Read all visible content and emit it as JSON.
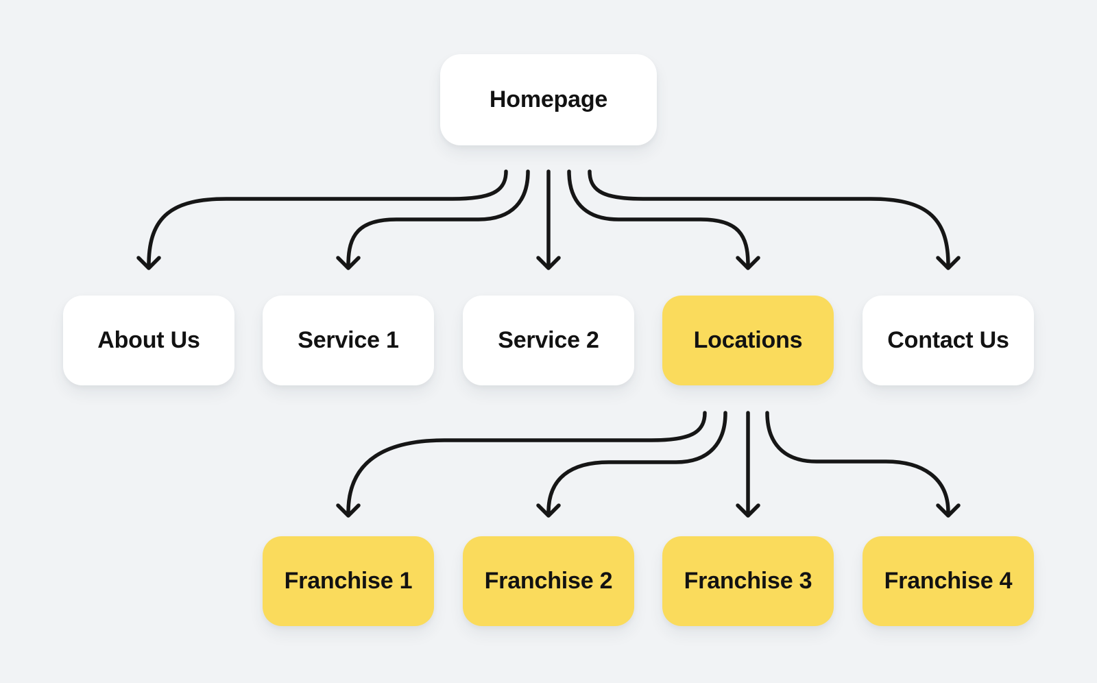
{
  "diagram": {
    "type": "sitemap-flowchart",
    "levels": 3
  },
  "colors": {
    "background": "#F1F3F5",
    "node_default": "#FFFFFF",
    "node_highlight": "#FADB5C",
    "text": "#121212",
    "arrow": "#161616"
  },
  "nodes": {
    "homepage": {
      "label": "Homepage",
      "highlighted": false
    },
    "level2": [
      {
        "label": "About Us",
        "highlighted": false
      },
      {
        "label": "Service 1",
        "highlighted": false
      },
      {
        "label": "Service 2",
        "highlighted": false
      },
      {
        "label": "Locations",
        "highlighted": true
      },
      {
        "label": "Contact Us",
        "highlighted": false
      }
    ],
    "level3": [
      {
        "label": "Franchise 1",
        "highlighted": true
      },
      {
        "label": "Franchise 2",
        "highlighted": true
      },
      {
        "label": "Franchise 3",
        "highlighted": true
      },
      {
        "label": "Franchise 4",
        "highlighted": true
      }
    ]
  },
  "edges": [
    {
      "from": "Homepage",
      "to": "About Us"
    },
    {
      "from": "Homepage",
      "to": "Service 1"
    },
    {
      "from": "Homepage",
      "to": "Service 2"
    },
    {
      "from": "Homepage",
      "to": "Locations"
    },
    {
      "from": "Homepage",
      "to": "Contact Us"
    },
    {
      "from": "Locations",
      "to": "Franchise 1"
    },
    {
      "from": "Locations",
      "to": "Franchise 2"
    },
    {
      "from": "Locations",
      "to": "Franchise 3"
    },
    {
      "from": "Locations",
      "to": "Franchise 4"
    }
  ]
}
